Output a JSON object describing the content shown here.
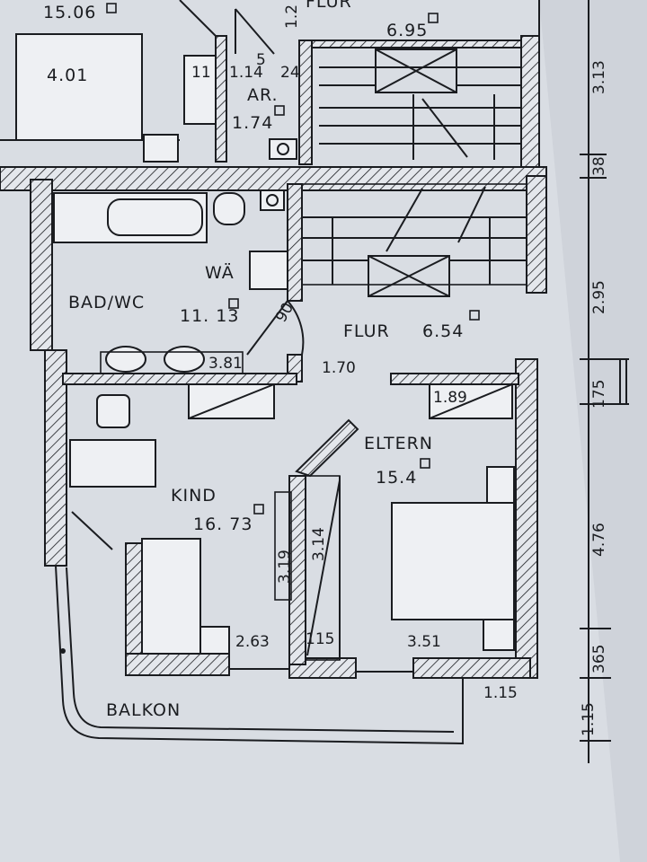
{
  "plan": {
    "rooms": {
      "bad_wc": "BAD/WC",
      "bad_wc_area": "11. 13",
      "waesche": "WÄ",
      "flur_main": "FLUR",
      "flur_main_area": "6.54",
      "flur_top": "FLUR",
      "flur_top_area": "6.95",
      "ar": "AR.",
      "ar_area": "1.74",
      "kind": "KIND",
      "kind_area": "16. 73",
      "eltern": "ELTERN",
      "eltern_area": "15.4",
      "balkon": "BALKON",
      "top_left_area": "15.06",
      "left_room_area": "4.01"
    },
    "dimensions": {
      "d_1_14": "1.14",
      "d_5a": "5",
      "d_24": "24",
      "d_11": "11",
      "d_1_2": "1.2",
      "d_90": "90",
      "d_3_81": "3.81",
      "d_1_70": "1.70",
      "d_1_89": "1.89",
      "d_3_19": "3.19",
      "d_3_14": "3.14",
      "d_2_63": "2.63",
      "d_115": "115",
      "d_3_51": "3.51",
      "d_1_15_bottom": "1.15",
      "right_3_13": "3.13",
      "right_38": "38",
      "right_2_95": "2.95",
      "right_175": "175",
      "right_4_76": "4.76",
      "right_365": "365",
      "right_1_15": "1.15"
    },
    "colors": {
      "ink": "#1a1c20",
      "paper": "#d9dde3"
    }
  }
}
